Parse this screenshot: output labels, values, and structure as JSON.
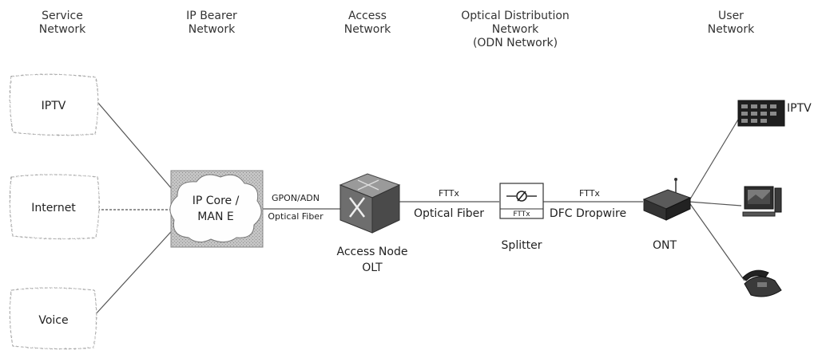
{
  "headers": {
    "service": [
      "Service",
      "Network"
    ],
    "bearer": [
      "IP Bearer",
      "Network"
    ],
    "access": [
      "Access",
      "Network"
    ],
    "odn": [
      "Optical Distribution",
      "Network",
      "(ODN Network)"
    ],
    "user": [
      "User",
      "Network"
    ]
  },
  "services": {
    "iptv": "IPTV",
    "internet": "Internet",
    "voice": "Voice"
  },
  "core": [
    "IP Core /",
    "MAN E"
  ],
  "link_gpon": [
    "GPON/ADN",
    "Optical Fiber"
  ],
  "olt_label": [
    "Access Node",
    "OLT"
  ],
  "link_fttx_fiber": [
    "FTTx",
    "Optical Fiber"
  ],
  "splitter": {
    "box_text": "FTTx",
    "label": "Splitter"
  },
  "link_fttx_drop": [
    "FTTx",
    "DFC Dropwire"
  ],
  "ont_label": "ONT",
  "devices": {
    "tv_label": "IPTV"
  },
  "colors": {
    "line": "#555555",
    "cloud_fill": "#bfbfbf",
    "box_border": "#aaaaaa",
    "device_dark": "#2a2a2a"
  }
}
